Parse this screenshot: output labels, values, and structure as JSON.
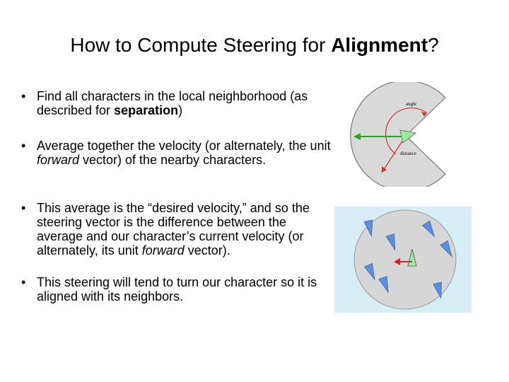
{
  "slide": {
    "title_prefix": "How to Compute Steering for ",
    "title_bold": "Alignment",
    "title_suffix": "?"
  },
  "bullets": {
    "marker": "•",
    "b1": {
      "pre": "Find all characters in the local neighborhood (as described for ",
      "bold": "separation",
      "post": ")"
    },
    "b2": {
      "pre": "Average together the velocity (or alternately, the unit ",
      "italic": "forward",
      "post": " vector) of the nearby characters."
    },
    "b3": {
      "pre": "This average is the “desired velocity,” and so the steering vector is the difference between the average and our character’s current velocity (or alternately, its unit ",
      "italic": "forward",
      "post": " vector)."
    },
    "b4": {
      "text": "This steering will tend to turn our character so it is aligned with its neighbors."
    }
  },
  "figure_top": {
    "angle_label": "angle",
    "distance_label": "distance",
    "colors": {
      "disc": "#d9d9d9",
      "arc": "#cc3333",
      "arrow": "#22aa22",
      "agent": "#99ee99"
    }
  },
  "figure_bottom": {
    "colors": {
      "background": "#d7eef7",
      "disc": "#d6d6d6",
      "neighbor": "#5b8fe0",
      "agent": "#99ee99",
      "steer": "#e02020"
    },
    "neighbors": [
      {
        "angle": 168
      },
      {
        "angle": 148
      },
      {
        "angle": 162
      },
      {
        "angle": 150
      },
      {
        "angle": 156
      },
      {
        "angle": 166
      },
      {
        "angle": 160
      }
    ]
  }
}
